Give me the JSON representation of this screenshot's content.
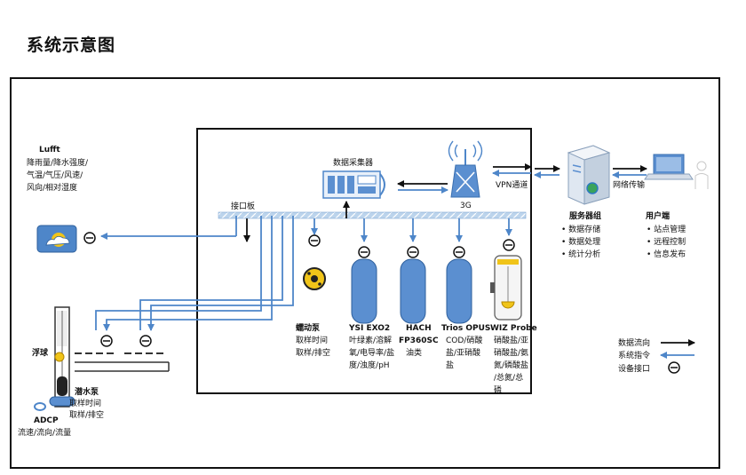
{
  "page": {
    "title": "系统示意图"
  },
  "weather": {
    "name": "Lufft",
    "lines": [
      "降雨量/降水强度/",
      "气温/气压/风速/",
      "风向/相对湿度"
    ]
  },
  "interface_board": "接口板",
  "data_collector": "数据采集器",
  "network_3g": "3G",
  "vpn": "VPN通道",
  "server": {
    "name": "服务器组",
    "items": [
      "• 数据存储",
      "• 数据处理",
      "• 统计分析"
    ]
  },
  "network_transfer": "网络传输",
  "user": {
    "name": "用户端",
    "items": [
      "• 站点管理",
      "• 远程控制",
      "• 信息发布"
    ]
  },
  "peristaltic_pump": {
    "name": "蠕动泵",
    "lines": [
      "取样时间",
      "取样/排空"
    ]
  },
  "ysi": {
    "name": "YSI EXO2",
    "lines": [
      "叶绿素/溶解",
      "氧/电导率/盐",
      "度/浊度/pH"
    ]
  },
  "hach": {
    "name": "HACH",
    "model": "FP360SC",
    "lines": [
      "油类"
    ]
  },
  "trios": {
    "name": "Trios OPUS",
    "lines": [
      "COD/硝酸",
      "盐/亚硝酸",
      "盐"
    ]
  },
  "wiz": {
    "name": "WIZ Probe",
    "lines": [
      "硝酸盐/亚",
      "硝酸盐/氨",
      "氮/磷酸盐",
      "/总氮/总",
      "磷"
    ]
  },
  "float": "浮球",
  "submersible_pump": {
    "name": "潜水泵",
    "lines": [
      "取样时间",
      "取样/排空"
    ]
  },
  "adcp": {
    "name": "ADCP",
    "lines": [
      "流速/流向/流量"
    ]
  },
  "legend": {
    "data_flow": "数据流向",
    "system_cmd": "系统指令",
    "device_port": "设备接口"
  },
  "colors": {
    "blue_line": "#4e86c9",
    "device_blue": "#5b8fd0",
    "yellow": "#f0c419",
    "black": "#111111",
    "bar_blue": "#bcd4ec"
  }
}
